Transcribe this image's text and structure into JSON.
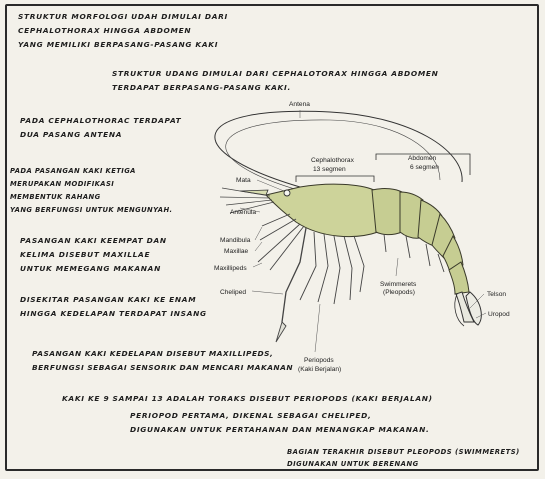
{
  "captions": {
    "intro": [
      "STRUKTUR MORFOLOGI UDAH DIMULAI DARI",
      "CEPHALOTHORAX HINGGA ABDOMEN",
      "YANG MEMILIKI BERPASANG-PASANG KAKI"
    ],
    "structure": [
      "STRUKTUR UDANG DIMULAI DARI CEPHALOTORAX HINGGA ABDOMEN",
      "TERDAPAT BERPASANG-PASANG KAKI."
    ],
    "antenna": [
      "PADA CEPHALOTHORAC TERDAPAT",
      "DUA PASANG ANTENA"
    ],
    "third_leg": [
      "PADA PASANGAN KAKI KETIGA",
      "MERUPAKAN MODIFIKASI",
      "MEMBENTUK RAHANG",
      "YANG BERFUNGSI UNTUK MENGUNYAH."
    ],
    "maxillae": [
      "PASANGAN KAKI KEEMPAT DAN",
      "KELIMA DISEBUT MAXILLAE",
      "UNTUK MEMEGANG MAKANAN"
    ],
    "insang": [
      "DISEKITAR PASANGAN KAKI KE ENAM",
      "HINGGA KEDELAPAN TERDAPAT INSANG"
    ],
    "maxillipeds": [
      "PASANGAN KAKI KEDELAPAN DISEBUT MAXILLIPEDS,",
      "BERFUNGSI SEBAGAI SENSORIK DAN MENCARI MAKANAN"
    ],
    "periopods": [
      "KAKI KE 9 SAMPAI 13 ADALAH TORAKS DISEBUT PERIOPODS (KAKI BERJALAN)"
    ],
    "cheliped": [
      "PERIOPOD PERTAMA, DIKENAL SEBAGAI CHELIPED,",
      "DIGUNAKAN UNTUK PERTAHANAN DAN MENANGKAP MAKANAN."
    ],
    "pleopods": [
      "BAGIAN TERAKHIR DISEBUT PLEOPODS (SWIMMERETS)",
      "DIGUNAKAN UNTUK BERENANG"
    ]
  },
  "diagram": {
    "labels": {
      "antena": "Antena",
      "cephalothorax": "Cephalothorax",
      "cephalothorax_segments": "13 segmen",
      "abdomen": "Abdomen",
      "abdomen_segments": "6 segmen",
      "mata": "Mata",
      "antenula": "Antenula",
      "mandibula": "Mandibula",
      "maxillae": "Maxillae",
      "maxillipeds": "Maxillipeds",
      "cheliped": "Cheliped",
      "swimmerets": "Swimmerets",
      "pleopods": "(Pleopods)",
      "telson": "Telson",
      "uropod": "Uropod",
      "periopods": "Periopods",
      "kaki_berjalan": "(Kaki Berjalan)"
    },
    "colors": {
      "body": "#cdd39a",
      "ink": "#1e1e1e",
      "paper": "#f3f1ea"
    }
  }
}
